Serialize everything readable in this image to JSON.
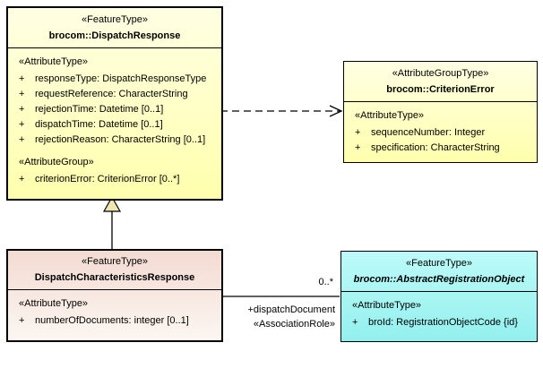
{
  "symbols": {
    "plus": "+"
  },
  "colors": {
    "background": "#FFFFFF",
    "border": "#000000",
    "yellow_top": "#FFFFE3",
    "yellow_bottom": "#FFFFAD",
    "pink_top": "#F3DBD2",
    "pink_bottom": "#FCF6F1",
    "cyan_top": "#BDFBF9",
    "cyan_bottom": "#93F0EE",
    "generalization_fill": "#EFE5AF"
  },
  "boxes": {
    "dispatchResponse": {
      "stereotype": "«FeatureType»",
      "name": "brocom::DispatchResponse",
      "sectionLabel": "«AttributeType»",
      "attrs": [
        "responseType: DispatchResponseType",
        "requestReference: CharacterString",
        "rejectionTime: Datetime [0..1]",
        "dispatchTime: Datetime [0..1]",
        "rejectionReason: CharacterString [0..1]"
      ],
      "groupLabel": "«AttributeGroup»",
      "groupAttrs": [
        "criterionError: CriterionError [0..*]"
      ]
    },
    "criterionError": {
      "stereotype": "«AttributeGroupType»",
      "name": "brocom::CriterionError",
      "sectionLabel": "«AttributeType»",
      "attrs": [
        "sequenceNumber: Integer",
        "specification: CharacterString"
      ]
    },
    "dispatchCharacteristicsResponse": {
      "stereotype": "«FeatureType»",
      "name": "DispatchCharacteristicsResponse",
      "sectionLabel": "«AttributeType»",
      "attrs": [
        "numberOfDocuments: integer [0..1]"
      ]
    },
    "abstractRegistrationObject": {
      "stereotype": "«FeatureType»",
      "name": "brocom::AbstractRegistrationObject",
      "sectionLabel": "«AttributeType»",
      "attrs": [
        "broId: RegistrationObjectCode {id}"
      ]
    }
  },
  "connectors": {
    "dispatchDocument": {
      "multiplicity": "0..*",
      "roleName": "+dispatchDocument",
      "stereotype": "«AssociationRole»"
    }
  }
}
